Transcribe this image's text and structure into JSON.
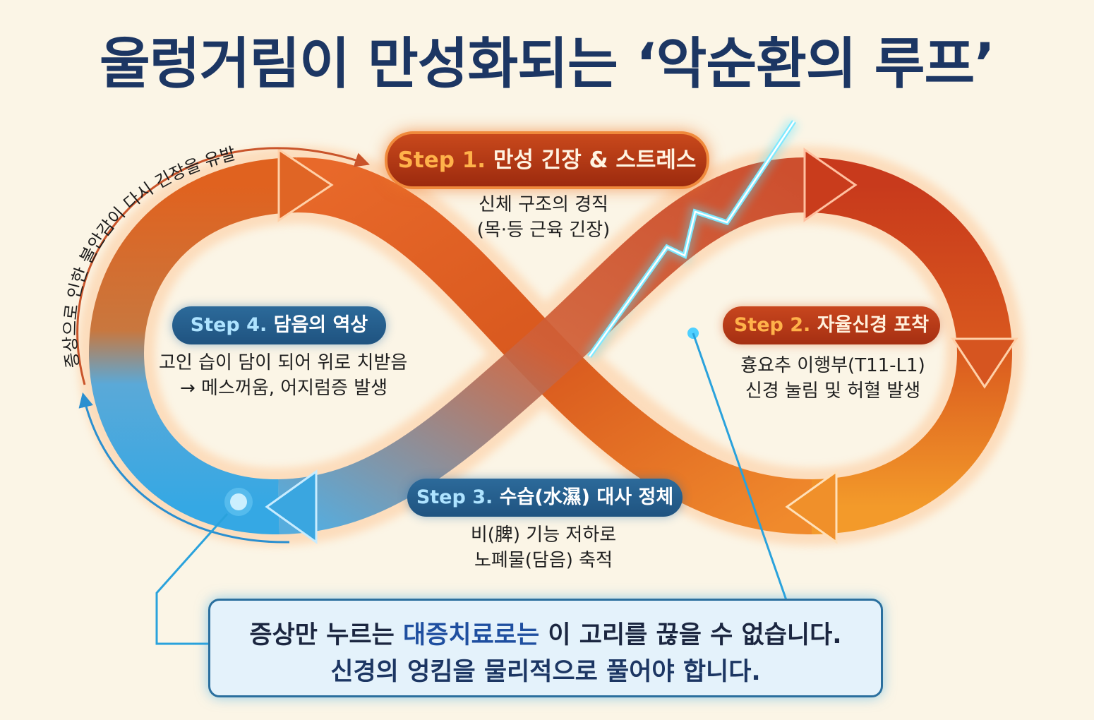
{
  "title": "울렁거림이 만성화되는 ‘악순환의 루프’",
  "steps": [
    {
      "label_prefix": "Step 1.",
      "label_text": "만성 긴장 & 스트레스",
      "desc": [
        "신체 구조의 경직",
        "(목·등 근육 긴장)"
      ],
      "color": "#b43a16"
    },
    {
      "label_prefix": "Step 2.",
      "label_text": "자율신경 포착",
      "desc": [
        "흉요추 이행부(T11-L1)",
        "신경 눌림 및 허혈 발생"
      ],
      "color": "#b43a16"
    },
    {
      "label_prefix": "Step 3.",
      "label_text": "수습(水濕) 대사 정체",
      "desc": [
        "비(脾) 기능 저하로",
        "노폐물(담음) 축적"
      ],
      "color": "#24608e"
    },
    {
      "label_prefix": "Step 4.",
      "label_text": "담음의 역상",
      "desc": [
        "고인 습이 담이 되어 위로 치받음",
        "→ 메스꺼움, 어지럼증 발생"
      ],
      "color": "#24608e"
    }
  ],
  "feedback_text": "증상으로 인한 불안감이 다시 긴장을 유발",
  "callout": {
    "line1_pre": "증상만 누르는 ",
    "line1_highlight": "대증치료로는",
    "line1_post": " 이 고리를 끊을 수 없습니다.",
    "line2": "신경의 엉킴을 물리적으로 풀어야 합니다."
  },
  "colors": {
    "warm_loop": "#d9541c",
    "cool_loop": "#3aa6e0",
    "lightning": "#56e3ff",
    "title": "#1c3663"
  }
}
